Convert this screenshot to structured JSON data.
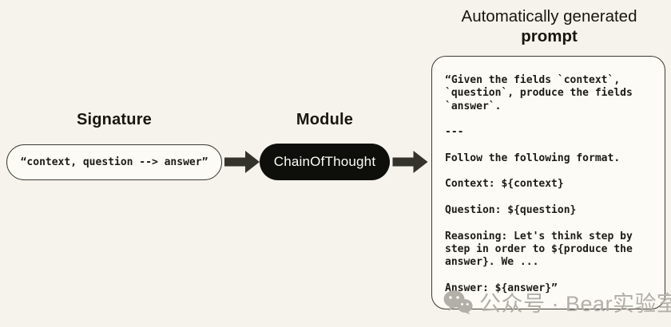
{
  "signature": {
    "heading": "Signature",
    "value": "“context, question --> answer”"
  },
  "module": {
    "heading": "Module",
    "value": "ChainOfThought"
  },
  "generated_prompt": {
    "title_line1": "Automatically generated",
    "title_line2": "prompt",
    "text": "“Given the fields `context`,\n`question`, produce the fields\n`answer`.\n\n---\n\nFollow the following format.\n\nContext: ${context}\n\nQuestion: ${question}\n\nReasoning: Let's think step by\nstep in order to ${produce the\nanswer}. We ...\n\nAnswer: ${answer}”"
  },
  "watermark": {
    "label": "公众号 · Bear实验室",
    "icon": "wechat-icon"
  },
  "colors": {
    "background": "#f5f3ec",
    "box_fill": "#fcfbf5",
    "border_dark": "#3b3a33",
    "module_fill": "#0e0e0b",
    "module_text": "#fdfdf8",
    "arrow": "#33322b",
    "text_dark": "#1c1b16",
    "watermark_gray": "#b2afa9"
  }
}
